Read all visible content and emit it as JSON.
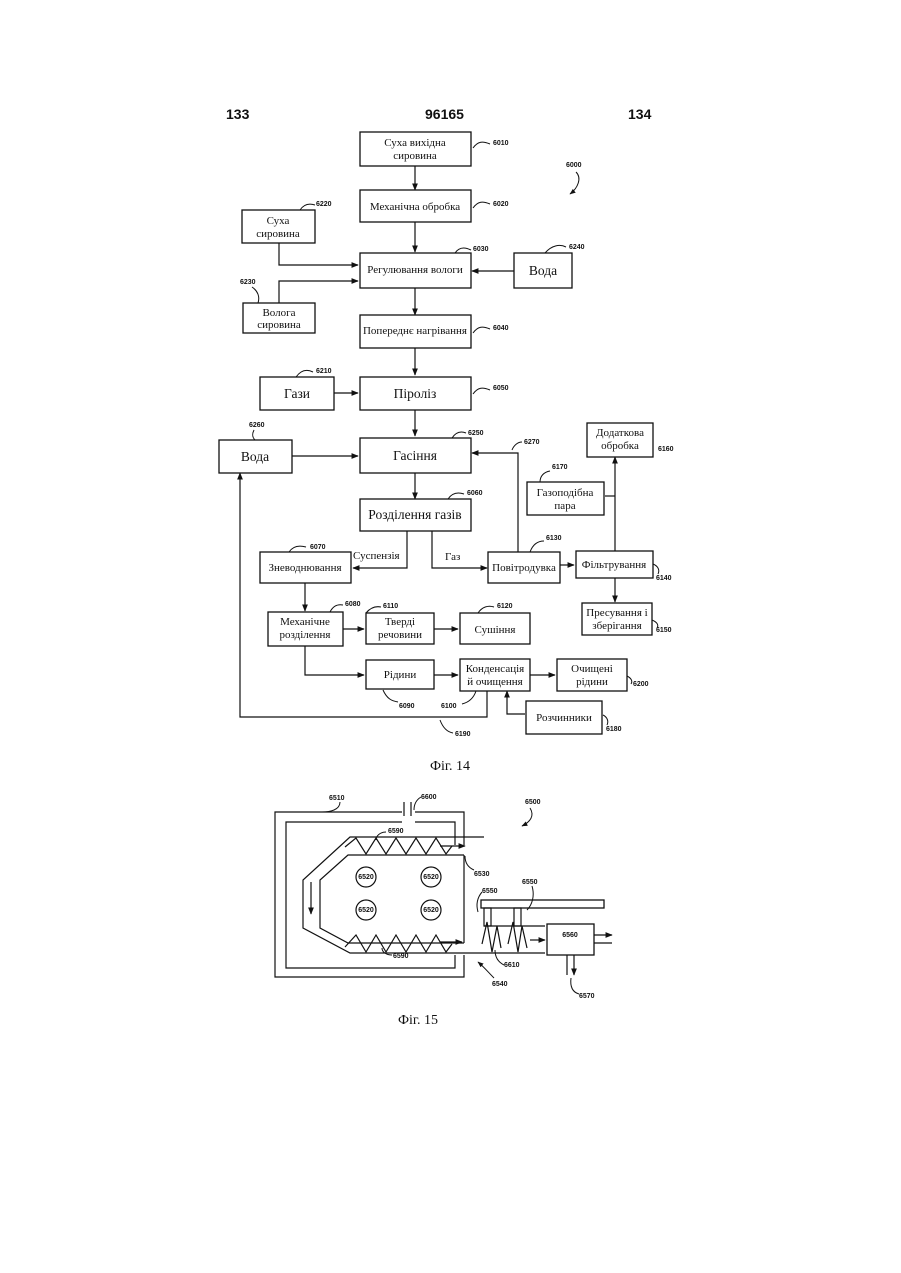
{
  "header": {
    "left": "133",
    "center": "96165",
    "right": "134"
  },
  "fig14": {
    "caption": "Фіг. 14",
    "group_ref": "6000",
    "boxes": {
      "b6010": {
        "ref": "6010",
        "l1": "Суха вихідна",
        "l2": "сировина"
      },
      "b6020": {
        "ref": "6020",
        "l1": "Механічна обробка"
      },
      "b6220": {
        "ref": "6220",
        "l1": "Суха",
        "l2": "сировина"
      },
      "b6030": {
        "ref": "6030",
        "l1": "Регулювання вологи"
      },
      "b6240": {
        "ref": "6240",
        "l1": "Вода"
      },
      "b6230": {
        "ref": "6230",
        "l1": "Волога",
        "l2": "сировина"
      },
      "b6040": {
        "ref": "6040",
        "l1": "Попереднє нагрівання"
      },
      "b6210": {
        "ref": "6210",
        "l1": "Гази"
      },
      "b6050": {
        "ref": "6050",
        "l1": "Піроліз"
      },
      "b6260": {
        "ref": "6260",
        "l1": "Вода"
      },
      "b6250": {
        "ref": "6250",
        "l1": "Гасіння"
      },
      "b6160": {
        "ref": "6160",
        "l1": "Додаткова",
        "l2": "обробка"
      },
      "b6170": {
        "ref": "6170",
        "l1": "Газоподібна",
        "l2": "пара"
      },
      "b6060": {
        "ref": "6060",
        "l1": "Розділення газів"
      },
      "b6070": {
        "ref": "6070",
        "l1": "Зневоднювання"
      },
      "b6130": {
        "ref": "6130",
        "l1": "Повітродувка"
      },
      "b6140": {
        "ref": "6140",
        "l1": "Фільтрування"
      },
      "b6080": {
        "ref": "6080",
        "l1": "Механічне",
        "l2": "розділення"
      },
      "b6110": {
        "ref": "6110",
        "l1": "Тверді",
        "l2": "речовини"
      },
      "b6120": {
        "ref": "6120",
        "l1": "Сушіння"
      },
      "b6150": {
        "ref": "6150",
        "l1": "Пресування і",
        "l2": "зберігання"
      },
      "b6090": {
        "ref": "6090",
        "l1": "Рідини"
      },
      "b6100": {
        "ref": "6100",
        "l1": "Конденсація",
        "l2": "й очищення"
      },
      "b6200": {
        "ref": "6200",
        "l1": "Очищені",
        "l2": "рідини"
      },
      "b6180": {
        "ref": "6180",
        "l1": "Розчинники"
      }
    },
    "labels": {
      "suspension": "Суспензія",
      "gas": "Газ"
    },
    "refs": {
      "r6270": "6270",
      "r6190": "6190"
    }
  },
  "fig15": {
    "caption": "Фіг. 15",
    "refs": {
      "r6510": "6510",
      "r6600": "6600",
      "r6500": "6500",
      "r6590a": "6590",
      "r6530": "6530",
      "r6550a": "6550",
      "r6550b": "6550",
      "r6590b": "6590",
      "r6610": "6610",
      "r6540": "6540",
      "r6560": "6560",
      "r6570": "6570",
      "r6520": "6520"
    }
  }
}
